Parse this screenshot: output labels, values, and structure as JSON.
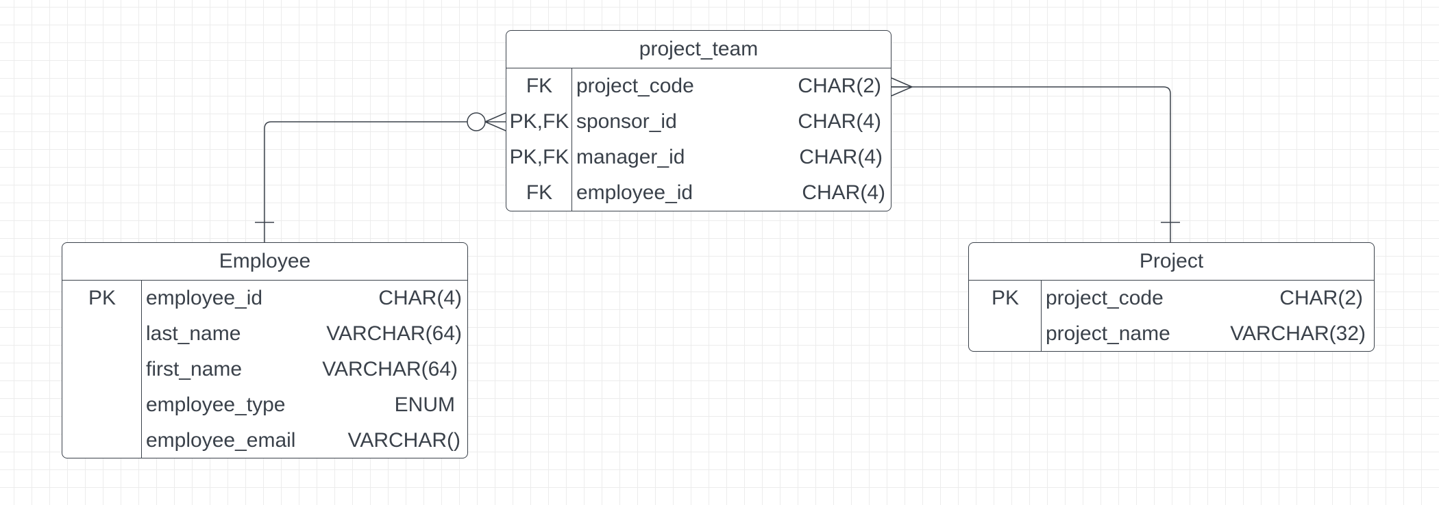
{
  "colors": {
    "line": "#3a414a",
    "grid": "#ececec",
    "background": "#ffffff"
  },
  "entities": {
    "project_team": {
      "title": "project_team",
      "rows": [
        {
          "key": "FK",
          "name": "project_code",
          "type": "CHAR(2)"
        },
        {
          "key": "PK,FK",
          "name": "sponsor_id",
          "type": "CHAR(4)"
        },
        {
          "key": "PK,FK",
          "name": "manager_id",
          "type": "CHAR(4)"
        },
        {
          "key": "FK",
          "name": "employee_id",
          "type": "CHAR(4)"
        }
      ]
    },
    "employee": {
      "title": "Employee",
      "rows": [
        {
          "key": "PK",
          "name": "employee_id",
          "type": "CHAR(4)"
        },
        {
          "key": "",
          "name": "last_name",
          "type": "VARCHAR(64)"
        },
        {
          "key": "",
          "name": "first_name",
          "type": "VARCHAR(64)"
        },
        {
          "key": "",
          "name": "employee_type",
          "type": "ENUM"
        },
        {
          "key": "",
          "name": "employee_email",
          "type": "VARCHAR()"
        }
      ]
    },
    "project": {
      "title": "Project",
      "rows": [
        {
          "key": "PK",
          "name": "project_code",
          "type": "CHAR(2)"
        },
        {
          "key": "",
          "name": "project_name",
          "type": "VARCHAR(32)"
        }
      ]
    }
  },
  "relationships": [
    {
      "from": "employee",
      "from_cardinality": "exactly-one",
      "to": "project_team",
      "to_cardinality": "zero-or-many"
    },
    {
      "from": "project",
      "from_cardinality": "exactly-one",
      "to": "project_team",
      "to_cardinality": "many"
    }
  ]
}
